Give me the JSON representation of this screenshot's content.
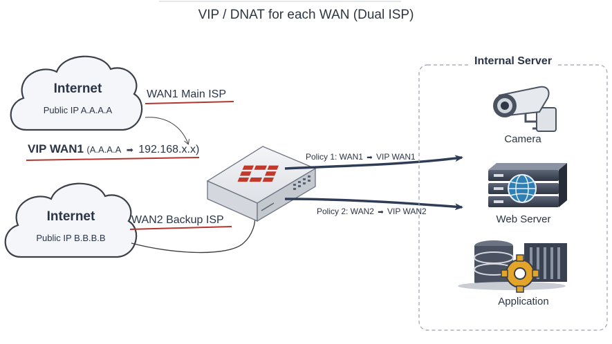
{
  "title": "VIP / DNAT for each WAN (Dual ISP)",
  "clouds": [
    {
      "title": "Internet",
      "subtitle": "Public IP A.A.A.A"
    },
    {
      "title": "Internet",
      "subtitle": "Public IP B.B.B.B"
    }
  ],
  "wan1_label": "WAN1 Main ISP",
  "wan2_label": "WAN2 Backup ISP",
  "vip": {
    "name": "VIP WAN1",
    "open": "(A.A.A.A",
    "arrow": "➡",
    "target": "192.168.x.x)"
  },
  "policies": [
    {
      "prefix": "Policy 1: WAN1",
      "arrow": "➡",
      "target": "VIP WAN1"
    },
    {
      "prefix": "Policy 2: WAN2",
      "arrow": "➡",
      "target": "VIP WAN2"
    }
  ],
  "internal_server": {
    "title": "Internal Server",
    "items": [
      {
        "label": "Camera",
        "icon": "camera-icon"
      },
      {
        "label": "Web Server",
        "icon": "web-server-icon"
      },
      {
        "label": "Application",
        "icon": "application-icon"
      }
    ]
  },
  "colors": {
    "accent_red": "#b5352e",
    "arrow_navy": "#2f3c56",
    "text": "#2b3446"
  }
}
